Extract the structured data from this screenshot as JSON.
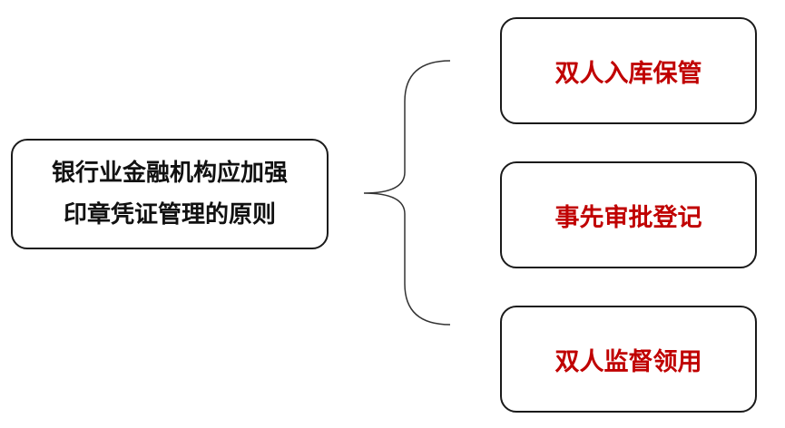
{
  "root": {
    "line1": "银行业金融机构应加强",
    "line2": "印章凭证管理的原则"
  },
  "principles": [
    {
      "label": "双人入库保管"
    },
    {
      "label": "事先审批登记"
    },
    {
      "label": "双人监督领用"
    }
  ],
  "colors": {
    "border": "#1a1a1a",
    "root_text": "#111111",
    "child_text": "#c00000"
  }
}
